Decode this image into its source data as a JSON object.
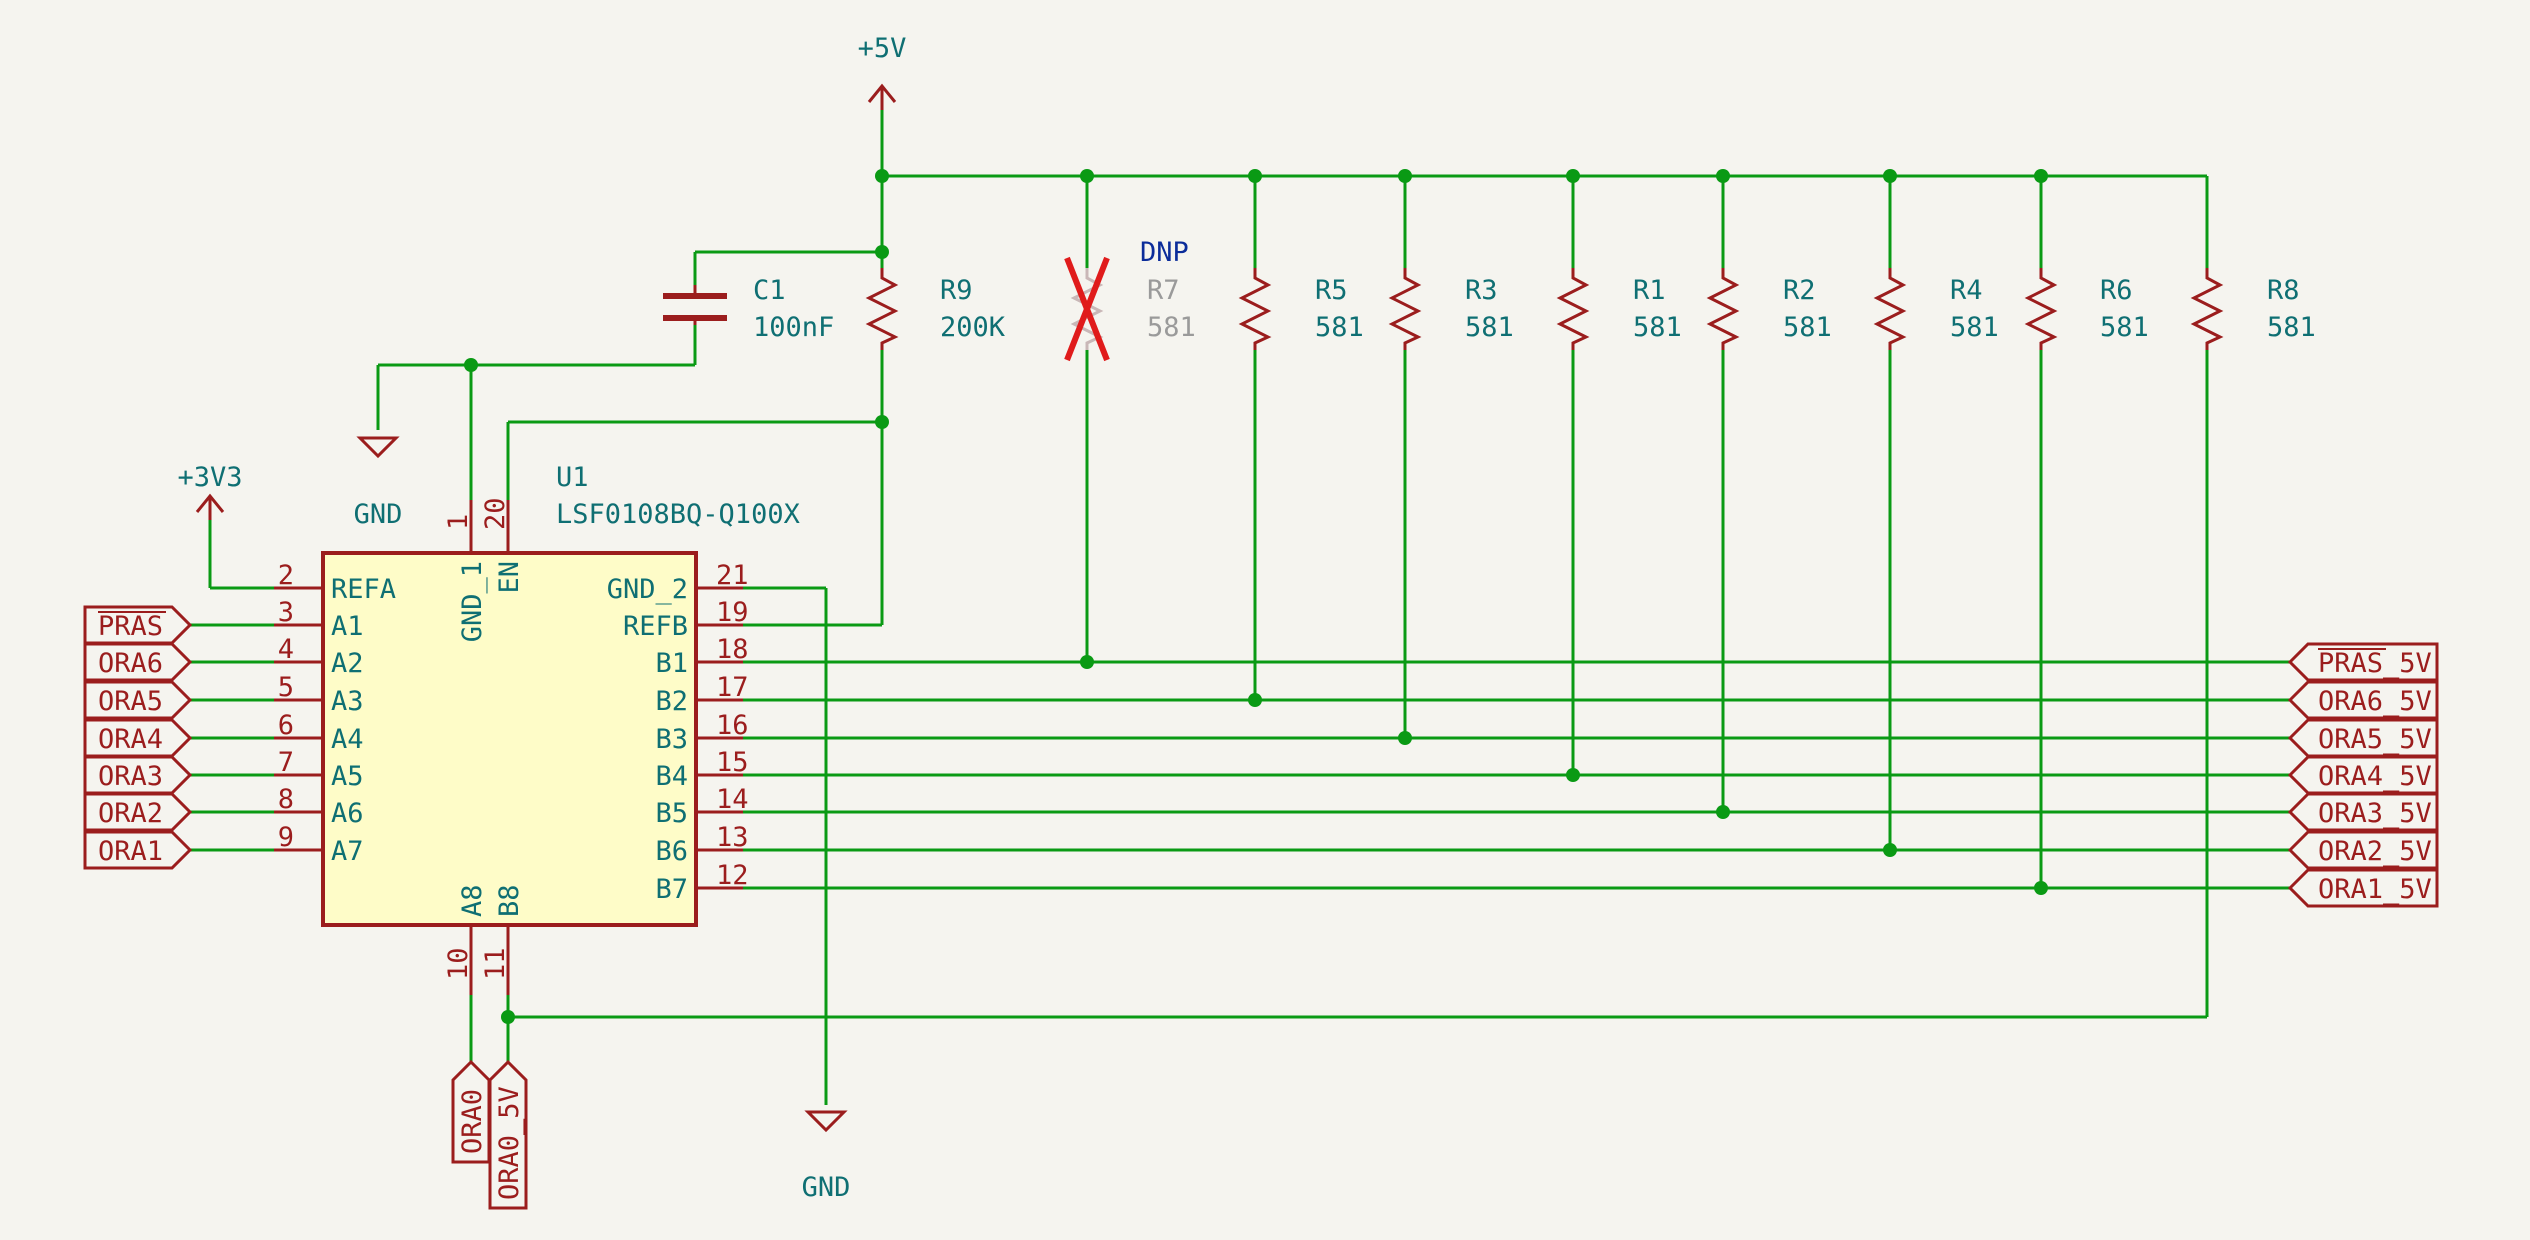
{
  "power": {
    "p5v": "+5V",
    "p3v3": "+3V3",
    "gnd_top": "GND",
    "gnd_bottom": "GND"
  },
  "u1": {
    "ref": "U1",
    "value": "LSF0108BQ-Q100X",
    "left_pins": [
      {
        "num": "2",
        "name": "REFA"
      },
      {
        "num": "3",
        "name": "A1"
      },
      {
        "num": "4",
        "name": "A2"
      },
      {
        "num": "5",
        "name": "A3"
      },
      {
        "num": "6",
        "name": "A4"
      },
      {
        "num": "7",
        "name": "A5"
      },
      {
        "num": "8",
        "name": "A6"
      },
      {
        "num": "9",
        "name": "A7"
      }
    ],
    "right_pins": [
      {
        "num": "21",
        "name": "GND_2"
      },
      {
        "num": "19",
        "name": "REFB"
      },
      {
        "num": "18",
        "name": "B1"
      },
      {
        "num": "17",
        "name": "B2"
      },
      {
        "num": "16",
        "name": "B3"
      },
      {
        "num": "15",
        "name": "B4"
      },
      {
        "num": "14",
        "name": "B5"
      },
      {
        "num": "13",
        "name": "B6"
      },
      {
        "num": "12",
        "name": "B7"
      }
    ],
    "top_pins": [
      {
        "num": "1",
        "name": "GND_1"
      },
      {
        "num": "20",
        "name": "EN"
      }
    ],
    "bottom_pins": [
      {
        "num": "10",
        "name": "A8"
      },
      {
        "num": "11",
        "name": "B8"
      }
    ]
  },
  "c1": {
    "ref": "C1",
    "value": "100nF"
  },
  "r9": {
    "ref": "R9",
    "value": "200K"
  },
  "r7": {
    "ref": "R7",
    "value": "581",
    "dnp": "DNP"
  },
  "resistors": [
    {
      "ref": "R5",
      "value": "581"
    },
    {
      "ref": "R3",
      "value": "581"
    },
    {
      "ref": "R1",
      "value": "581"
    },
    {
      "ref": "R2",
      "value": "581"
    },
    {
      "ref": "R4",
      "value": "581"
    },
    {
      "ref": "R6",
      "value": "581"
    },
    {
      "ref": "R8",
      "value": "581"
    }
  ],
  "labels_left": [
    "PRAS",
    "ORA6",
    "ORA5",
    "ORA4",
    "ORA3",
    "ORA2",
    "ORA1"
  ],
  "labels_right": [
    "PRAS_5V",
    "ORA6_5V",
    "ORA5_5V",
    "ORA4_5V",
    "ORA3_5V",
    "ORA2_5V",
    "ORA1_5V"
  ],
  "labels_bottom": [
    "ORA0",
    "ORA0_5V"
  ]
}
